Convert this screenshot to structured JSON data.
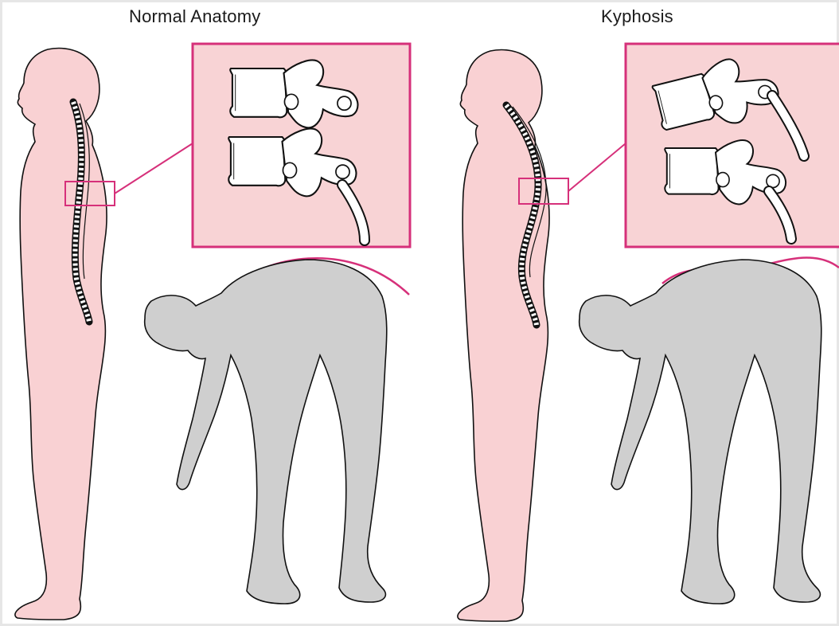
{
  "panels": {
    "left": {
      "title": "Normal Anatomy"
    },
    "right": {
      "title": "Kyphosis"
    }
  },
  "colors": {
    "skin": "#f9d1d3",
    "bending_figure": "#cfcfcf",
    "accent": "#d6307a",
    "inset_fill": "#f8d3d5",
    "bone": "#ffffff",
    "outline": "#111111"
  },
  "icons": {
    "standing_figure": "human-silhouette-standing",
    "bending_figure": "human-silhouette-forward-bend",
    "vertebrae": "vertebra-pair"
  }
}
